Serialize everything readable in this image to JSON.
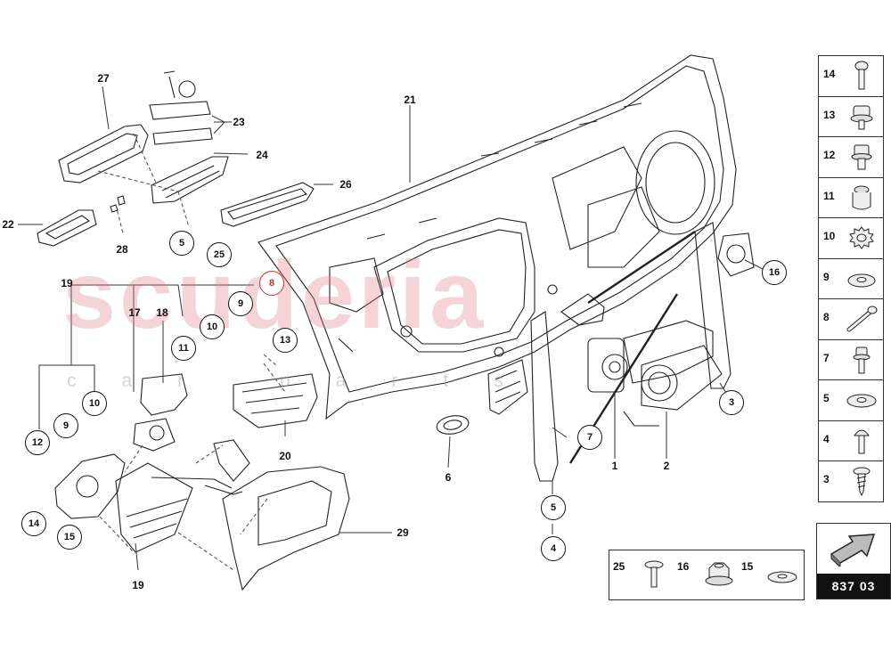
{
  "watermark": {
    "main": "scuderia",
    "sub": "car parts"
  },
  "callouts": [
    {
      "id": "c27",
      "text": "27"
    },
    {
      "id": "c23",
      "text": "23"
    },
    {
      "id": "c24",
      "text": "24"
    },
    {
      "id": "c22",
      "text": "22"
    },
    {
      "id": "c28",
      "text": "28"
    },
    {
      "id": "c26",
      "text": "26"
    },
    {
      "id": "c21",
      "text": "21"
    },
    {
      "id": "c19a",
      "text": "19"
    },
    {
      "id": "c17",
      "text": "17"
    },
    {
      "id": "c18",
      "text": "18"
    },
    {
      "id": "c20",
      "text": "20"
    },
    {
      "id": "c6",
      "text": "6"
    },
    {
      "id": "c1",
      "text": "1"
    },
    {
      "id": "c2",
      "text": "2"
    },
    {
      "id": "c29",
      "text": "29"
    },
    {
      "id": "c19b",
      "text": "19"
    }
  ],
  "circles": [
    {
      "id": "k5a",
      "text": "5"
    },
    {
      "id": "k25",
      "text": "25"
    },
    {
      "id": "k8",
      "text": "8"
    },
    {
      "id": "k9a",
      "text": "9"
    },
    {
      "id": "k10a",
      "text": "10"
    },
    {
      "id": "k11",
      "text": "11"
    },
    {
      "id": "k13",
      "text": "13"
    },
    {
      "id": "k10b",
      "text": "10"
    },
    {
      "id": "k9b",
      "text": "9"
    },
    {
      "id": "k12",
      "text": "12"
    },
    {
      "id": "k14",
      "text": "14"
    },
    {
      "id": "k15",
      "text": "15"
    },
    {
      "id": "k16",
      "text": "16"
    },
    {
      "id": "k3",
      "text": "3"
    },
    {
      "id": "k7",
      "text": "7"
    },
    {
      "id": "k5b",
      "text": "5"
    },
    {
      "id": "k4",
      "text": "4"
    }
  ],
  "legend": [
    {
      "num": "14",
      "icon": "screw-long-icon"
    },
    {
      "num": "13",
      "icon": "bolt-flanged-icon"
    },
    {
      "num": "12",
      "icon": "bolt-short-icon"
    },
    {
      "num": "11",
      "icon": "sleeve-icon"
    },
    {
      "num": "10",
      "icon": "lock-washer-icon"
    },
    {
      "num": "9",
      "icon": "washer-icon"
    },
    {
      "num": "8",
      "icon": "bolt-long-icon"
    },
    {
      "num": "7",
      "icon": "bolt-collar-icon"
    },
    {
      "num": "5",
      "icon": "washer-flat-icon"
    },
    {
      "num": "4",
      "icon": "screw-button-icon"
    },
    {
      "num": "3",
      "icon": "self-tapping-screw-icon"
    }
  ],
  "bottom_legend": [
    {
      "num": "25",
      "icon": "screw-flanged-icon"
    },
    {
      "num": "16",
      "icon": "nut-flanged-icon"
    },
    {
      "num": "15",
      "icon": "washer-thin-icon"
    }
  ],
  "page_code": "837 03"
}
